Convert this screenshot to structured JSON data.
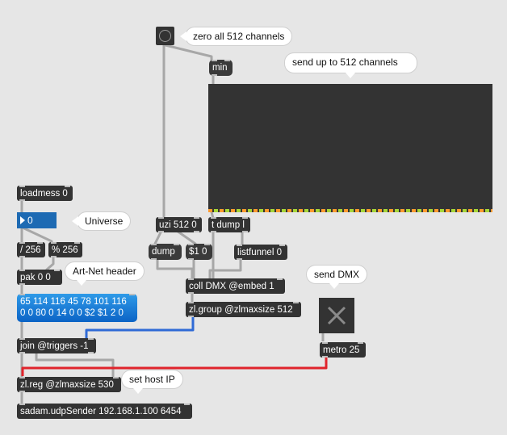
{
  "comments": {
    "zero": "zero all 512 channels",
    "send_channels": "send up to 512 channels",
    "universe": "Universe",
    "artnet_header": "Art-Net header",
    "send_dmx": "send DMX",
    "set_host": "set host IP"
  },
  "objects": {
    "loadmess": "loadmess 0",
    "number_value": "0",
    "div256": "/ 256",
    "mod256": "% 256",
    "pak": "pak 0 0",
    "artnet_line1": "65 114 116 45 78 101 116",
    "artnet_line2": "0 0 80 0 14 0 0 $2 $1 2 0",
    "join": "join @triggers -1",
    "zlreg": "zl.reg @zlmaxsize 530",
    "udpsender": "sadam.udpSender 192.168.1.100 6454",
    "min": "min",
    "uzi": "uzi 512 0",
    "tdump": "t dump l",
    "dump": "dump",
    "set1": "$1 0",
    "listfunnel": "listfunnel 0",
    "coll": "coll DMX @embed 1",
    "zlgroup": "zl.group @zlmaxsize 512",
    "metro": "metro 25"
  },
  "colors": {
    "canvas": "#e6e6e6",
    "object": "#333333",
    "wire": "#a7a7a7",
    "signal_red": "#e0242c",
    "signal_blue": "#2f6bd6",
    "number_box": "#1d6ab3"
  },
  "icons": {
    "bang": "bang-circle-icon",
    "toggle": "toggle-x-icon",
    "number_arrow": "triangle-right-icon"
  }
}
